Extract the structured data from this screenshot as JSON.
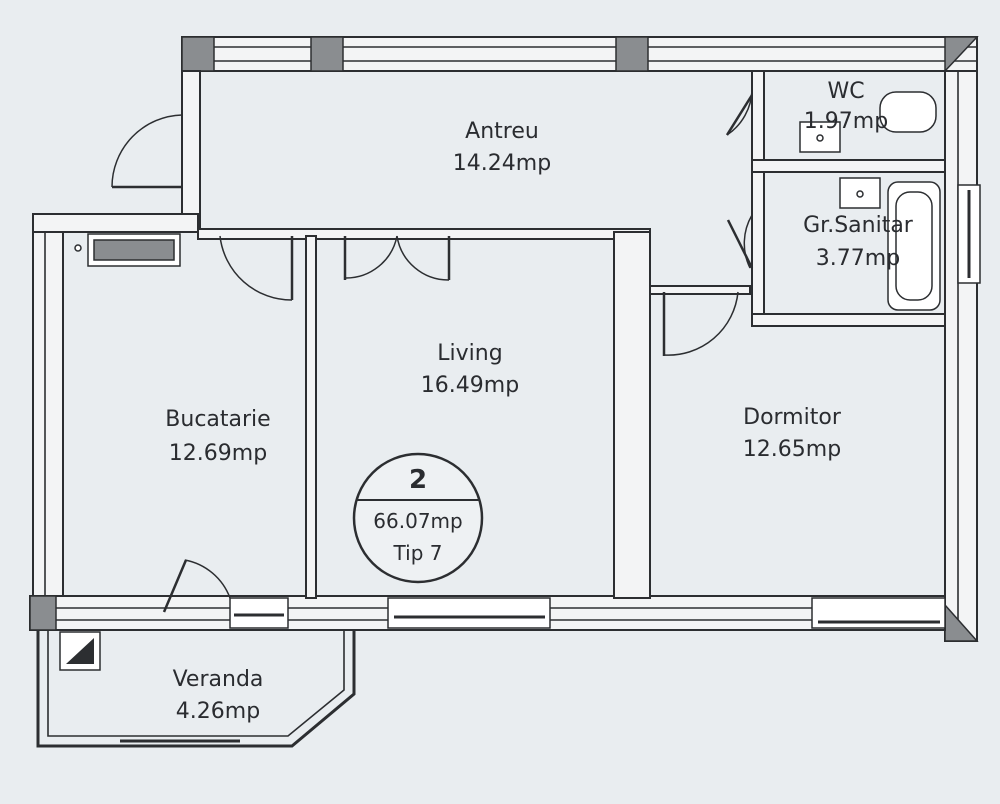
{
  "rooms": {
    "antreu": {
      "name": "Antreu",
      "area": "14.24mp"
    },
    "wc": {
      "name": "WC",
      "area": "1.97mp"
    },
    "grsanitar": {
      "name": "Gr.Sanitar",
      "area": "3.77mp"
    },
    "living": {
      "name": "Living",
      "area": "16.49mp"
    },
    "bucatarie": {
      "name": "Bucatarie",
      "area": "12.69mp"
    },
    "dormitor": {
      "name": "Dormitor",
      "area": "12.65mp"
    },
    "veranda": {
      "name": "Veranda",
      "area": "4.26mp"
    }
  },
  "badge": {
    "number": "2",
    "total_area": "66.07mp",
    "type": "Tip 7"
  }
}
